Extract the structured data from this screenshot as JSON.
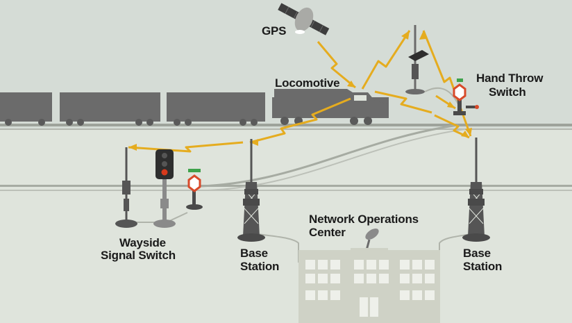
{
  "labels": {
    "gps": "GPS",
    "locomotive": "Locomotive",
    "hand_throw_switch_line1": "Hand Throw",
    "hand_throw_switch_line2": "Switch",
    "wayside_line1": "Wayside",
    "wayside_line2": "Signal Switch",
    "base_station_left_line1": "Base",
    "base_station_left_line2": "Station",
    "noc_line1": "Network Operations",
    "noc_line2": "Center",
    "base_station_right_line1": "Base",
    "base_station_right_line2": "Station"
  },
  "colors": {
    "sky": "#d5dcd6",
    "ground": "#dfe4dc",
    "train": "#6b6b6b",
    "equipment": "#555555",
    "radio_link": "#e5ac1f",
    "building": "#cfd2c6",
    "window": "#eef0ea",
    "signal_red": "#d83a1c",
    "switch_green": "#3ea24b",
    "switch_red": "#d84a2a"
  }
}
